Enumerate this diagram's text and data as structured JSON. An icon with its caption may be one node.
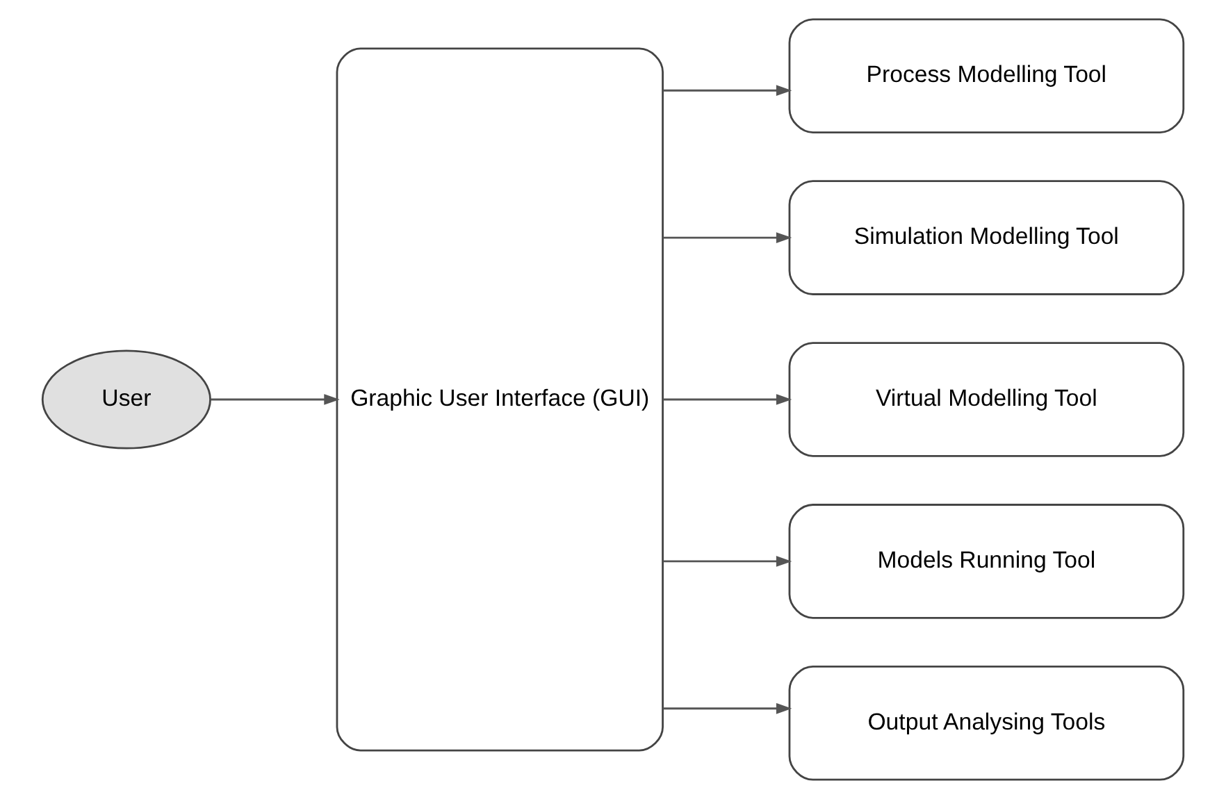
{
  "diagram": {
    "nodes": [
      {
        "text": [
          "User"
        ]
      },
      {
        "text": [
          "Graphic User Interface (GUI)"
        ]
      },
      {
        "text": [
          "Process Modelling Tool"
        ]
      },
      {
        "text": [
          "Simulation Modelling Tool"
        ]
      },
      {
        "text": [
          "Virtual Modelling Tool"
        ]
      },
      {
        "text": [
          "Models Running Tool"
        ]
      },
      {
        "text": [
          "Output Analysing Tools"
        ]
      }
    ],
    "edges": [
      {
        "from": 0,
        "to": 1,
        "arrow": "to"
      },
      {
        "from": 1,
        "to": 2,
        "arrow": "to"
      },
      {
        "from": 1,
        "to": 3,
        "arrow": "to"
      },
      {
        "from": 1,
        "to": 4,
        "arrow": "to"
      },
      {
        "from": 1,
        "to": 5,
        "arrow": "to"
      },
      {
        "from": 1,
        "to": 6,
        "arrow": "to"
      }
    ]
  }
}
